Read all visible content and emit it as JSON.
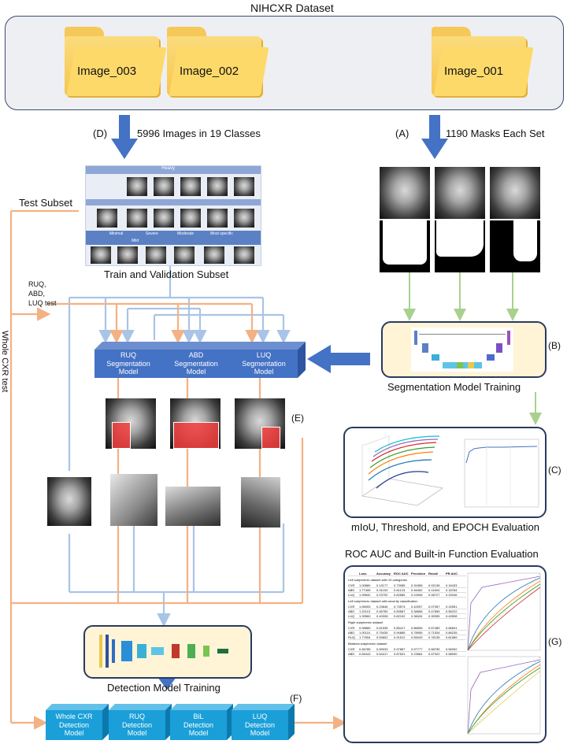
{
  "title": "NIHCXR Dataset",
  "folders": [
    "Image_003",
    "Image_002",
    "Image_001"
  ],
  "arrow_labels": {
    "d_letter": "(D)",
    "d_text": "5996 Images in 19 Classes",
    "a_letter": "(A)",
    "a_text": "1190 Masks Each Set"
  },
  "test_subset": "Test Subset",
  "train_val": "Train and Validation Subset",
  "ruq_abd_luq_test": [
    "RUQ,",
    "ABD,",
    "LUQ test"
  ],
  "whole_cxr_test": "Whole CXR test",
  "thumb_grid": {
    "header": "Heavy",
    "row_labels": [
      "Minimal",
      "Severe",
      "Moderate",
      "Most specific",
      "Mild"
    ]
  },
  "seg_models": [
    [
      "RUQ",
      "Segmentation",
      "Model"
    ],
    [
      "ABD",
      "Segmentation",
      "Model"
    ],
    [
      "LUQ",
      "Segmentation",
      "Model"
    ]
  ],
  "seg_training": "Segmentation Model Training",
  "eval_label": "mIoU, Threshold, and EPOCH Evaluation",
  "detection_training": "Detection Model Training",
  "roc_title": "ROC AUC and Built-in Function Evaluation",
  "det_models": [
    [
      "Whole CXR",
      "Detection",
      "Model"
    ],
    [
      "RUQ",
      "Detection",
      "Model"
    ],
    [
      "BiL",
      "Detection",
      "Model"
    ],
    [
      "LUQ",
      "Detection",
      "Model"
    ]
  ],
  "letters": {
    "b": "(B)",
    "c": "(C)",
    "e": "(E)",
    "f": "(F)",
    "g": "(G)"
  },
  "colors": {
    "blue_arrow": "#4472c4",
    "light_blue": "#a9c4e6",
    "orange": "#f4b183",
    "green": "#a9d18e"
  },
  "roc_table": {
    "headers": [
      "",
      "Loss",
      "Accuracy",
      "ROC AUC",
      "Precision",
      "Recall",
      "PR AUC"
    ],
    "sections": [
      {
        "title": "Left subphrenic dataset with 19 categories",
        "rows": [
          [
            "CXR",
            "1.00880",
            "0.13177",
            "0.73085",
            "0.31858",
            "0.02136",
            "0.16433"
          ],
          [
            "ABD",
            "1.77455",
            "0.31153",
            "0.81123",
            "0.46452",
            "0.11604",
            "0.18784"
          ],
          [
            "LUQ",
            "1.99832",
            "0.23752",
            "0.82585",
            "0.24908",
            "0.08727",
            "0.20046"
          ]
        ]
      },
      {
        "title": "Left subphrenic dataset with severity classification",
        "rows": [
          [
            "CXR",
            "1.55053",
            "0.23846",
            "0.73574",
            "0.42057",
            "0.07357",
            "0.32551"
          ],
          [
            "ABD",
            "1.20113",
            "0.46780",
            "0.83587",
            "0.38658",
            "0.47855",
            "0.56222"
          ],
          [
            "LUQ",
            "1.39560",
            "0.40008",
            "0.82152",
            "0.38434",
            "0.39355",
            "0.49598"
          ]
        ]
      },
      {
        "title": "Right subphrenic dataset",
        "rows": [
          [
            "CXR",
            "0.98880",
            "0.61535",
            "0.85417",
            "0.86696",
            "0.57489",
            "0.66841"
          ],
          [
            "ABD",
            "1.00110",
            "0.75435",
            "0.94885",
            "0.78955",
            "0.71526",
            "0.86235"
          ],
          [
            "RUQ",
            "1.77654",
            "0.59802",
            "0.91512",
            "0.55049",
            "0.78135",
            "0.81589"
          ]
        ]
      },
      {
        "title": "Bilateral subphrenic dataset",
        "rows": [
          [
            "CXR",
            "0.65785",
            "0.59033",
            "0.97887",
            "0.57777",
            "0.58755",
            "0.56932"
          ],
          [
            "ABD",
            "0.65443",
            "0.54417",
            "0.87631",
            "0.23664",
            "0.57922",
            "0.58090"
          ]
        ]
      }
    ]
  }
}
